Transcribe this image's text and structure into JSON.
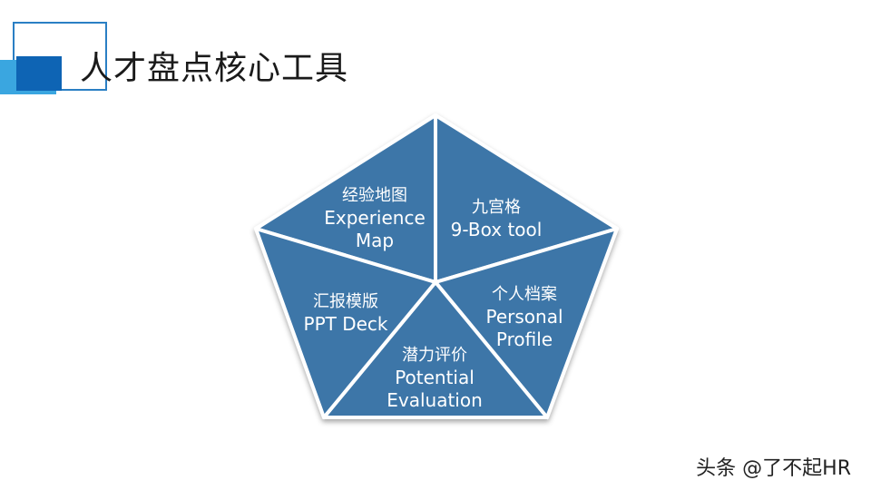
{
  "title": "人才盘点核心工具",
  "colors": {
    "accent_light": "#3aa6e0",
    "accent_dark": "#0e64b4",
    "segment_fill": "#3e76a8",
    "segment_stroke": "#ffffff"
  },
  "segments": [
    {
      "cn": "经验地图",
      "en": "Experience Map"
    },
    {
      "cn": "九宫格",
      "en": "9-Box tool"
    },
    {
      "cn": "个人档案",
      "en": "Personal Profile"
    },
    {
      "cn": "潜力评价",
      "en": "Potential Evaluation"
    },
    {
      "cn": "汇报模版",
      "en": "PPT Deck"
    }
  ],
  "watermark": "头条 @了不起HR"
}
